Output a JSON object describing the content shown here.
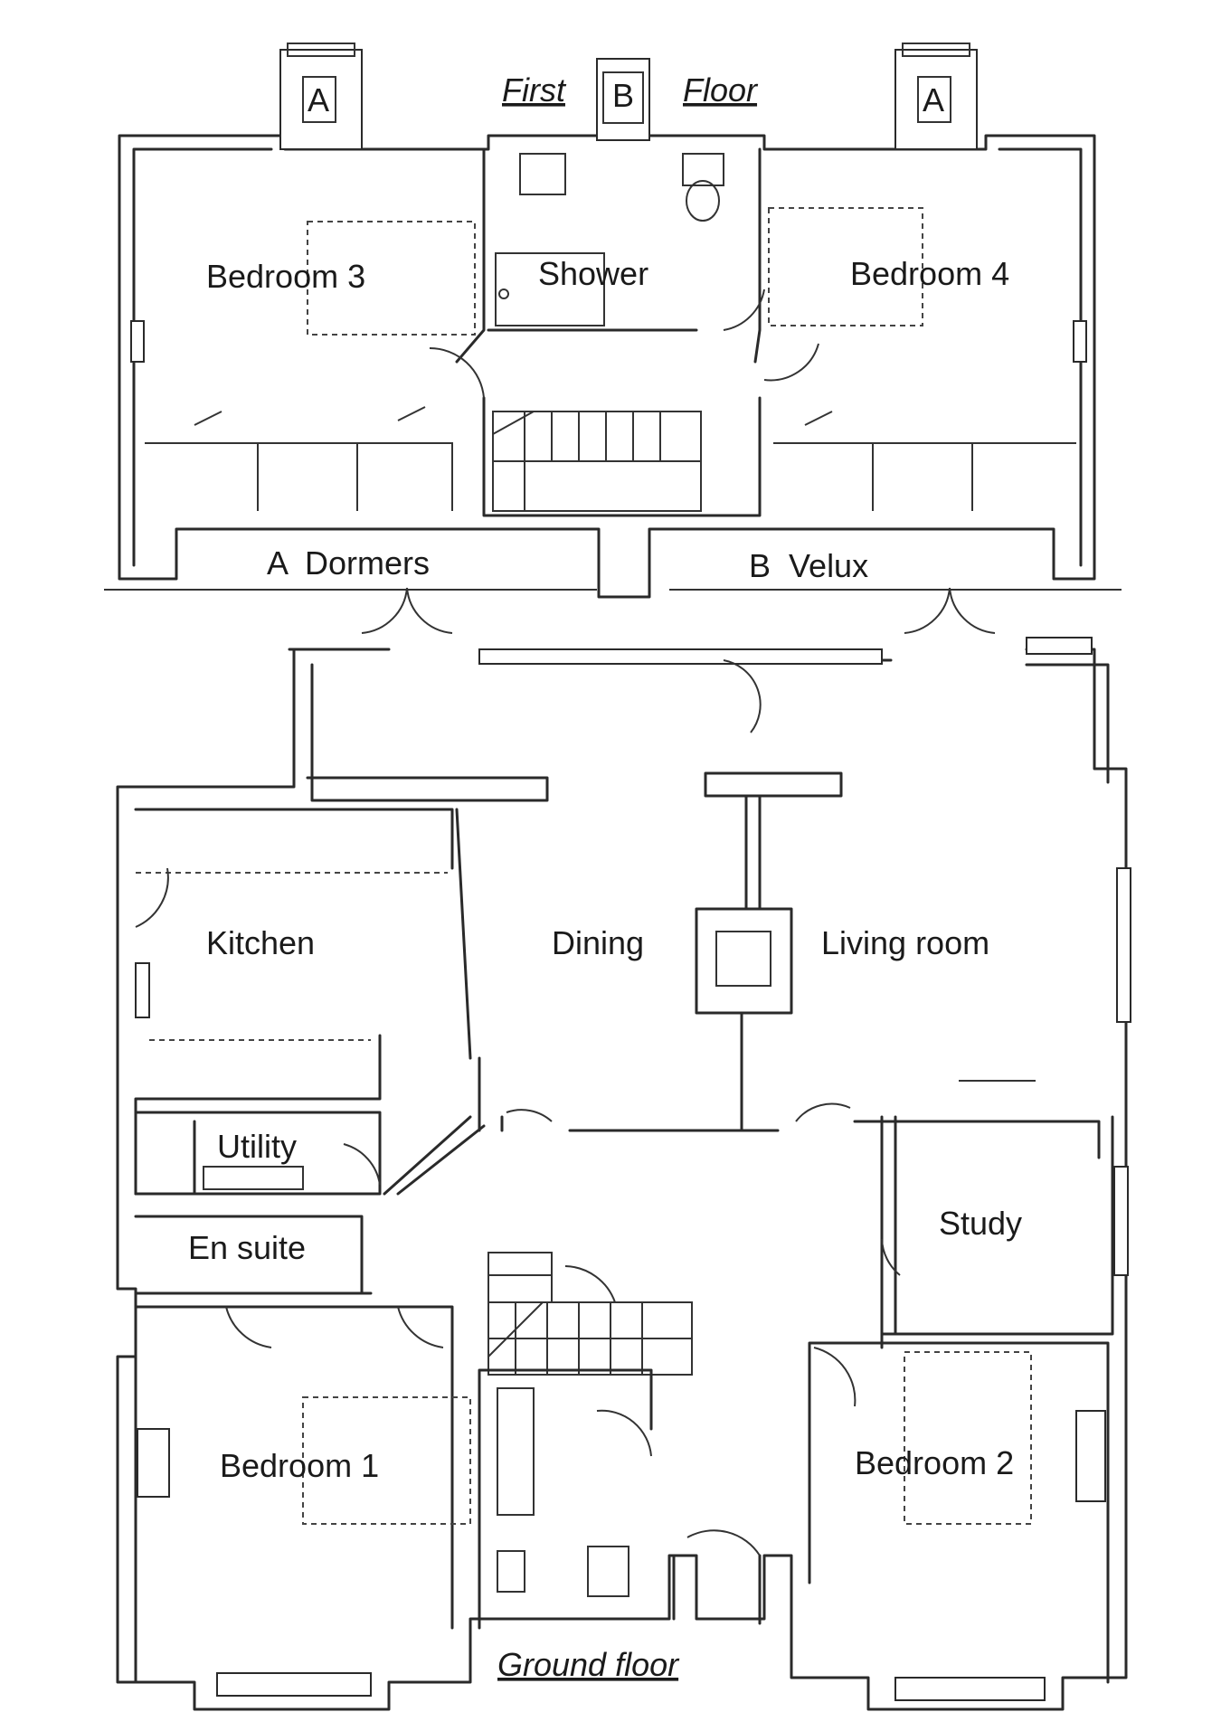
{
  "first_floor": {
    "title_part1": "First",
    "title_part2": "Floor",
    "rooms": {
      "bedroom3": "Bedroom 3",
      "shower": "Shower",
      "bedroom4": "Bedroom 4"
    },
    "markers": {
      "a_left": "A",
      "b": "B",
      "a_right": "A"
    },
    "legend": {
      "dormers": "A  Dormers",
      "velux": "B  Velux"
    }
  },
  "ground_floor": {
    "title": "Ground floor",
    "rooms": {
      "kitchen": "Kitchen",
      "dining": "Dining",
      "living": "Living room",
      "utility": "Utility",
      "ensuite": "En suite",
      "study": "Study",
      "bedroom1": "Bedroom 1",
      "bedroom2": "Bedroom 2"
    }
  }
}
